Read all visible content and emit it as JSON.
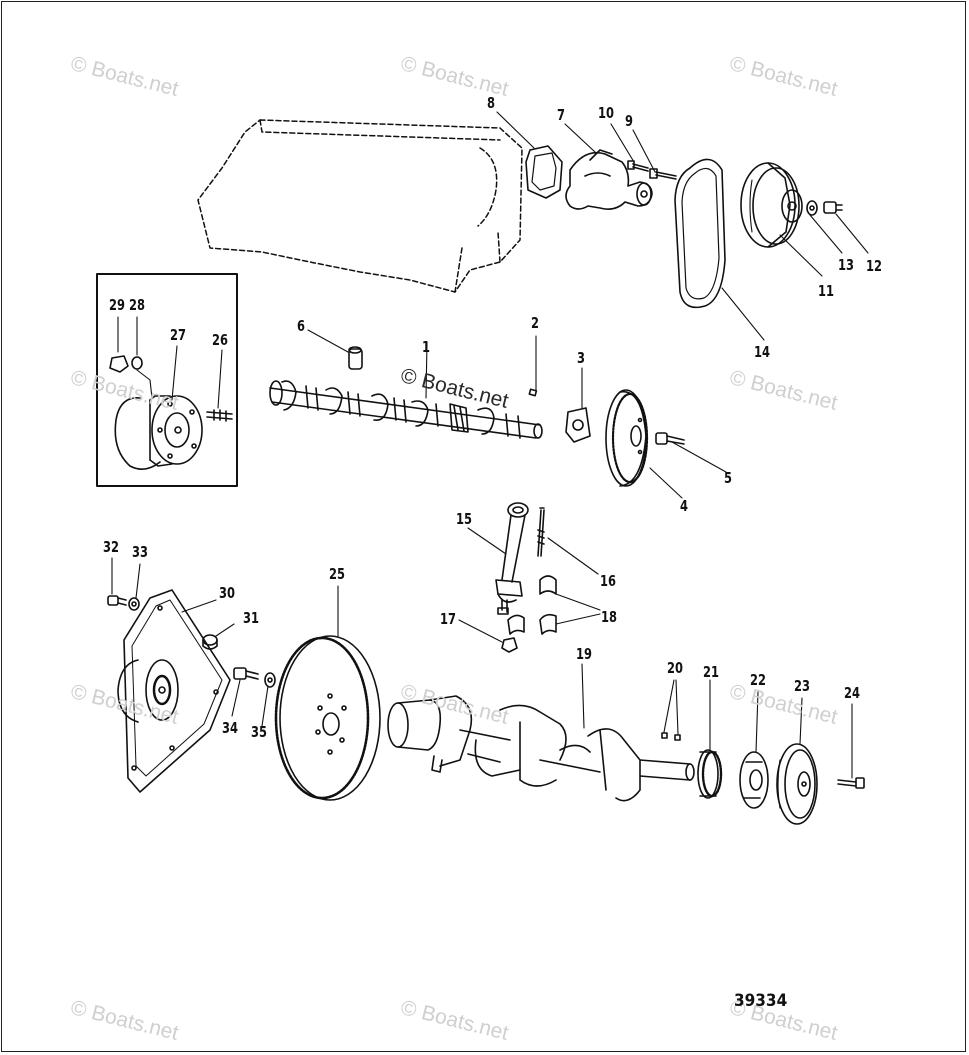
{
  "figure_number": "39334",
  "watermark_text": "© Boats.net",
  "part_numbers": [
    "1",
    "2",
    "3",
    "4",
    "5",
    "6",
    "7",
    "8",
    "9",
    "10",
    "11",
    "12",
    "13",
    "14",
    "15",
    "16",
    "17",
    "18",
    "19",
    "20",
    "21",
    "22",
    "23",
    "24",
    "25",
    "26",
    "27",
    "28",
    "29",
    "30",
    "31",
    "32",
    "33",
    "34",
    "35"
  ],
  "colors": {
    "ink": "#111111",
    "watermark": "#cfcfcf",
    "background": "#ffffff"
  }
}
